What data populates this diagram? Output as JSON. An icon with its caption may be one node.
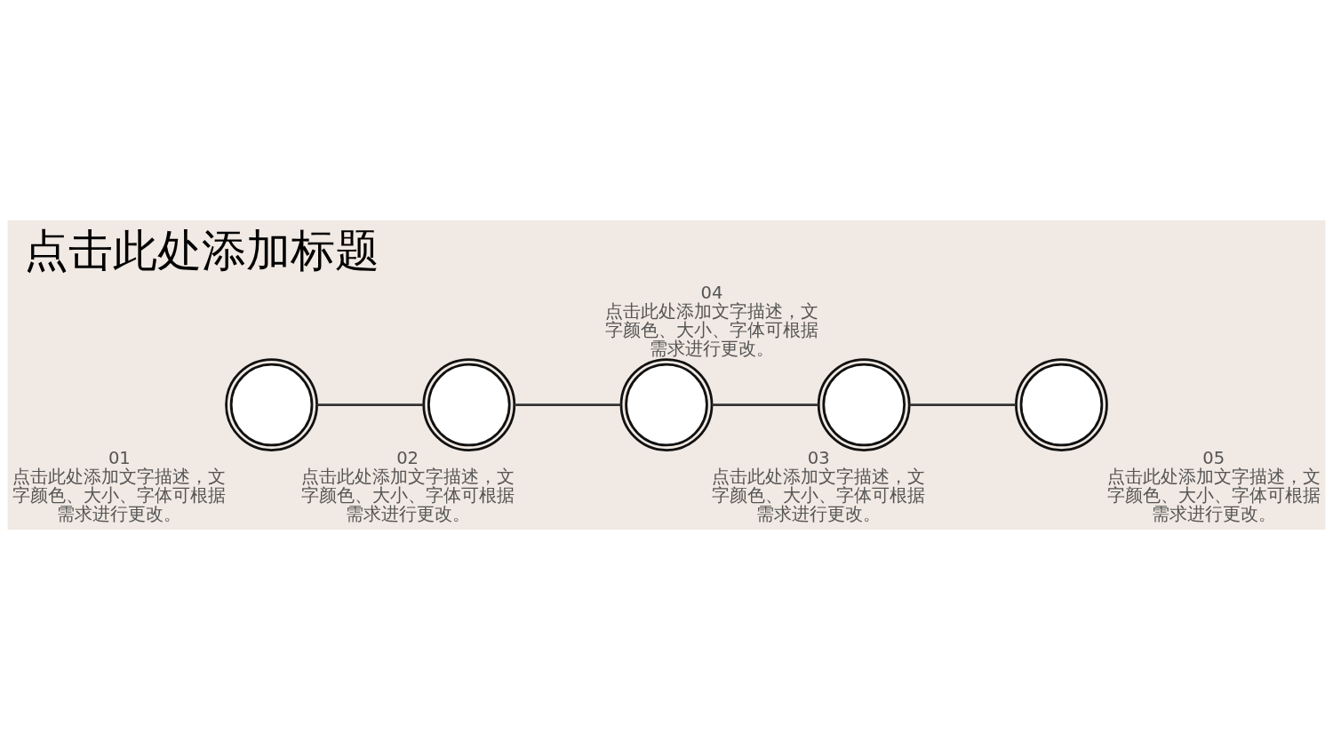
{
  "diagram": {
    "title": "点击此处添加标题",
    "nodes": [
      {
        "text": [],
        "shape": "picture",
        "beside": [
          "01",
          "点击此处添加文字描述，文字颜色、大小、字体可根据需求进行更改。"
        ]
      },
      {
        "text": [],
        "shape": "picture",
        "beside": [
          "02",
          "点击此处添加文字描述，文字颜色、大小、字体可根据需求进行更改。"
        ]
      },
      {
        "text": [],
        "shape": "picture",
        "beside": [
          "03",
          "点击此处添加文字描述，文字颜色、大小、字体可根据需求进行更改。"
        ]
      },
      {
        "text": [],
        "shape": "picture",
        "beside": [
          "04",
          "点击此处添加文字描述，文字颜色、大小、字体可根据需求进行更改。"
        ]
      },
      {
        "text": [],
        "shape": "picture",
        "beside": [
          "05",
          "点击此处添加文字描述，文字颜色、大小、字体可根据需求进行更改。"
        ]
      }
    ],
    "edges": [
      {
        "from": 0,
        "to": 1,
        "arrow": "none"
      },
      {
        "from": 1,
        "to": 2,
        "arrow": "none"
      },
      {
        "from": 2,
        "to": 3,
        "arrow": "none"
      },
      {
        "from": 3,
        "to": 4,
        "arrow": "none"
      }
    ]
  }
}
